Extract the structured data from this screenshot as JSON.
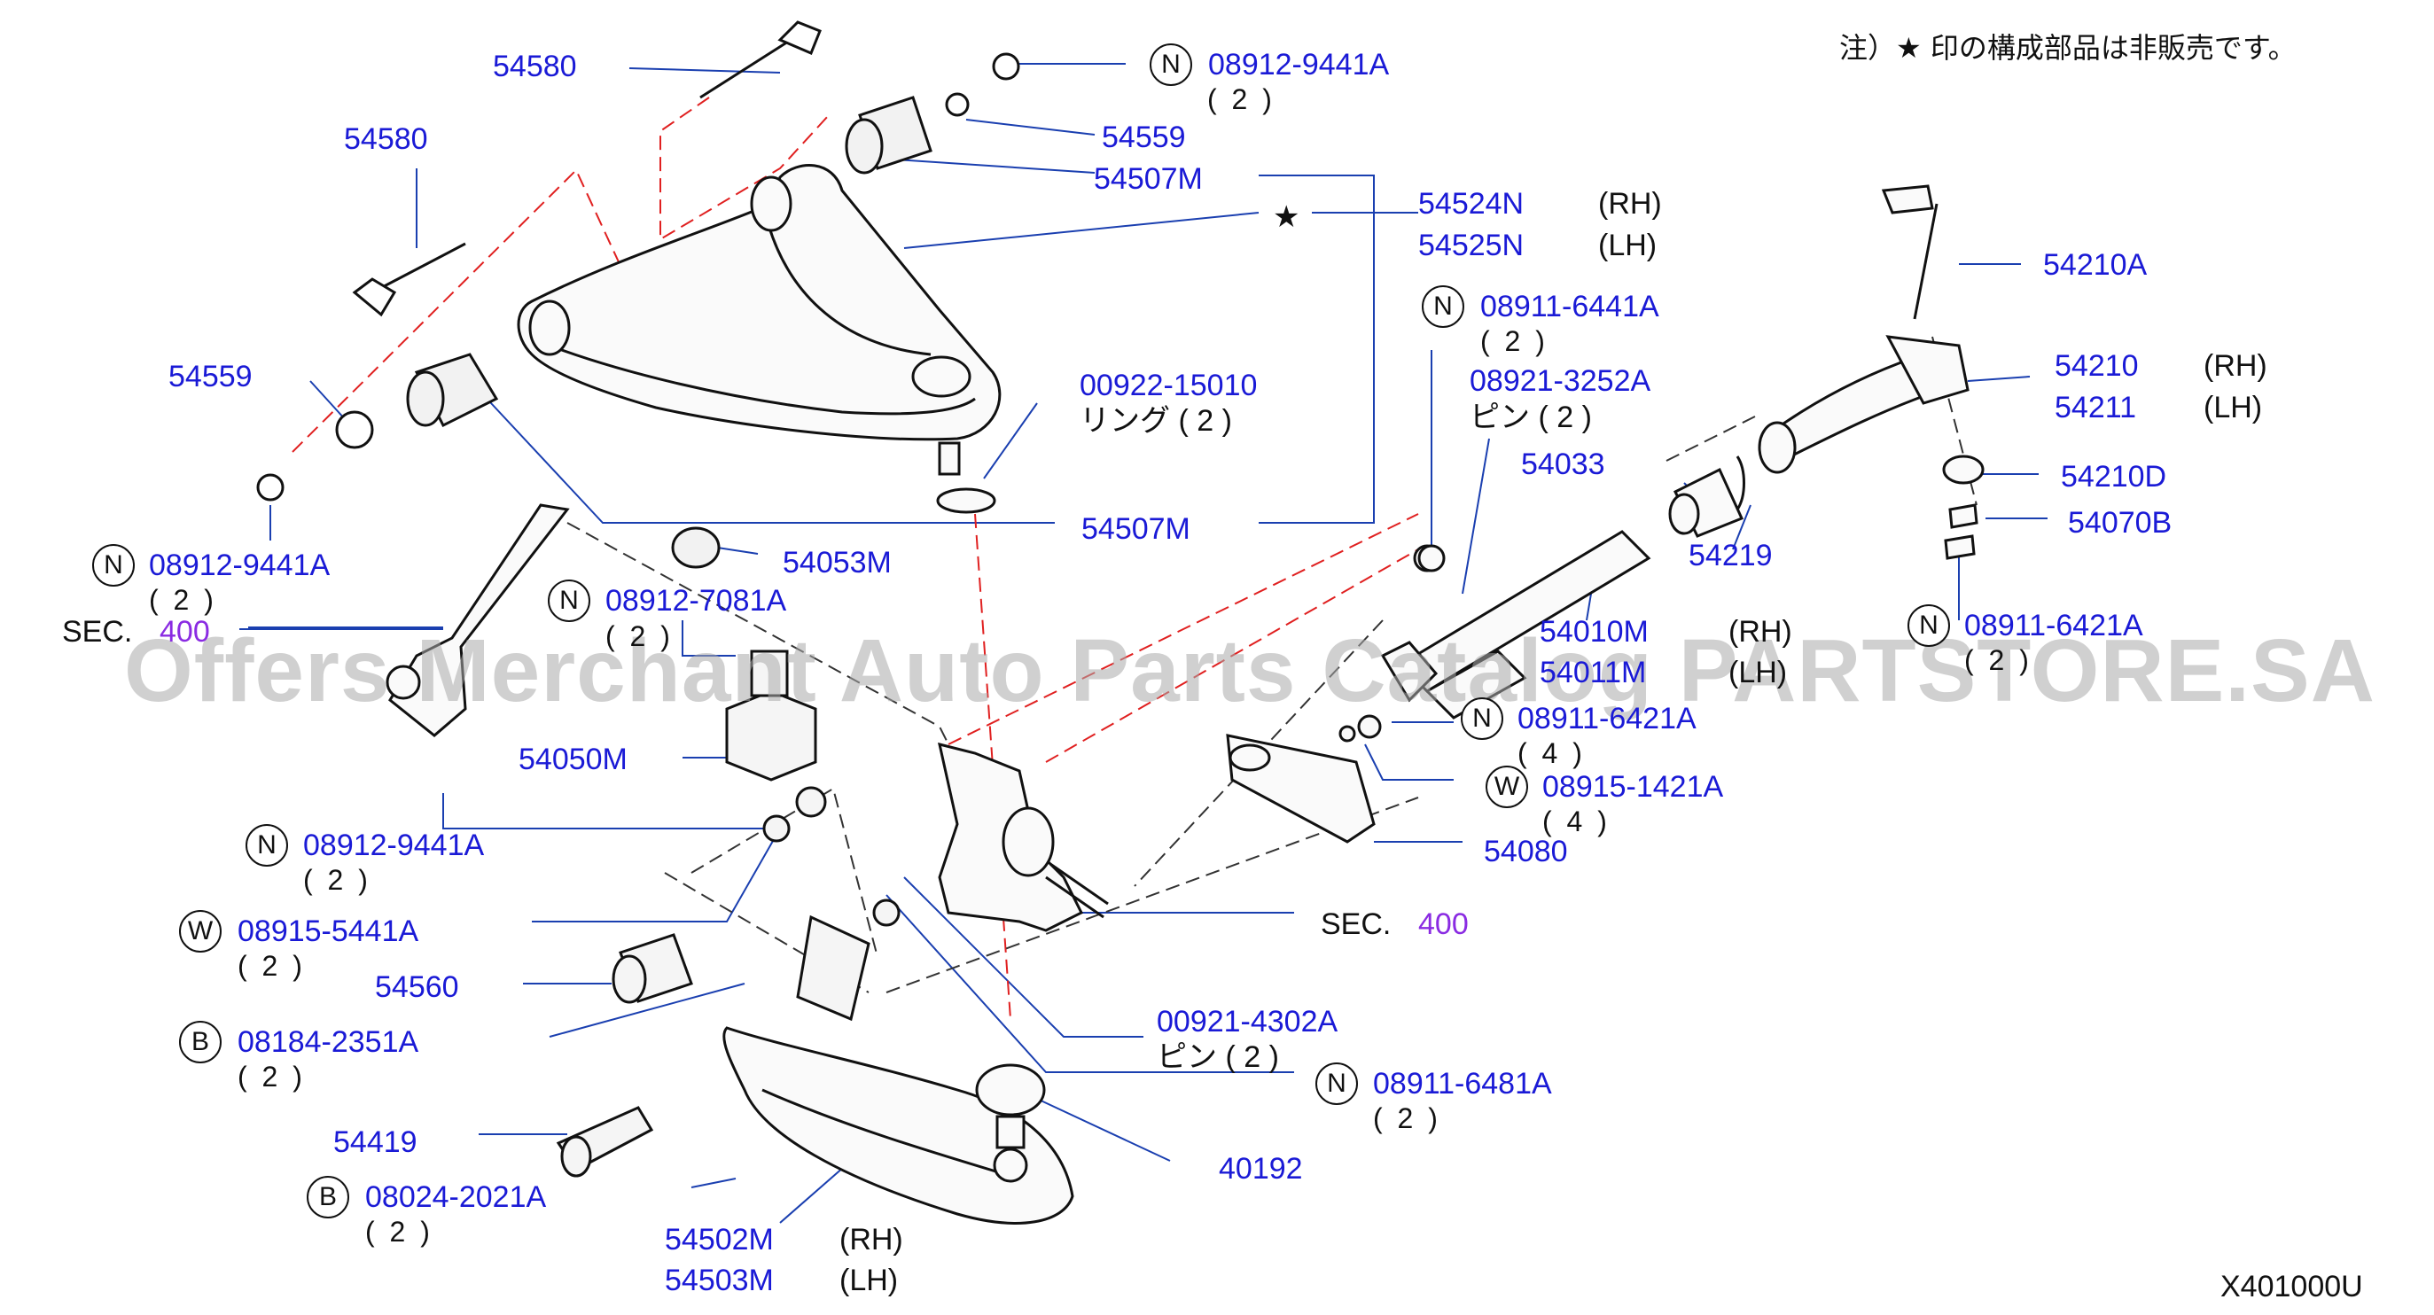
{
  "note": "注）★ 印の構成部品は非販売です。",
  "watermark": "Offers Merchant Auto Parts Catalog PARTSTORE.SA",
  "diagram_code": "X401000U",
  "star": "★",
  "badge_letters": {
    "n": "N",
    "w": "W",
    "b": "B"
  },
  "side": {
    "rh": "(RH)",
    "lh": "(LH)"
  },
  "sec_prefix": "SEC.",
  "sec_number": "400",
  "parts": {
    "p54580_top": "54580",
    "p54580_mid": "54580",
    "p08912_9441A_top": "08912-9441A",
    "qty_08912_9441A_top": "( 2 )",
    "p54559_top": "54559",
    "p54507M_top": "54507M",
    "p54524N": "54524N",
    "p54525N": "54525N",
    "p54559_left": "54559",
    "p00922_15010": "00922-15010",
    "ring_label": "リング ( 2 )",
    "p54507M_mid": "54507M",
    "p08912_9441A_left": "08912-9441A",
    "qty_08912_9441A_left": "( 2 )",
    "p54053M": "54053M",
    "p08912_7081A": "08912-7081A",
    "qty_08912_7081A": "( 2 )",
    "p54050M": "54050M",
    "p08911_6441A": "08911-6441A",
    "qty_08911_6441A": "( 2 )",
    "p08921_3252A": "08921-3252A",
    "pin_label_a": "ピン ( 2 )",
    "p54033": "54033",
    "p54219": "54219",
    "p54010M": "54010M",
    "p54011M": "54011M",
    "p54210A": "54210A",
    "p54210": "54210",
    "p54211": "54211",
    "p54210D": "54210D",
    "p54070B": "54070B",
    "p08911_6421A_right": "08911-6421A",
    "qty_08911_6421A_right": "( 2 )",
    "p08911_6421A_mid": "08911-6421A",
    "qty_08911_6421A_mid": "( 4 )",
    "p08915_1421A": "08915-1421A",
    "qty_08915_1421A": "( 4 )",
    "p54080": "54080",
    "p08912_9441A_low": "08912-9441A",
    "qty_08912_9441A_low": "( 2 )",
    "p08915_5441A": "08915-5441A",
    "qty_08915_5441A": "( 2 )",
    "p54560": "54560",
    "p08184_2351A": "08184-2351A",
    "qty_08184_2351A": "( 2 )",
    "p54419": "54419",
    "p08024_2021A": "08024-2021A",
    "qty_08024_2021A": "( 2 )",
    "p54502M": "54502M",
    "p54503M": "54503M",
    "p00921_4302A": "00921-4302A",
    "pin_label_b": "ピン ( 2 )",
    "p08911_6481A": "08911-6481A",
    "qty_08911_6481A": "( 2 )",
    "p40192": "40192"
  }
}
